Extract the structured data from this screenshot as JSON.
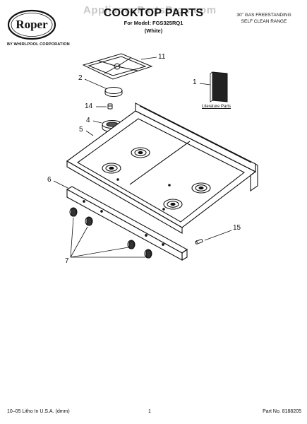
{
  "header": {
    "brand": "Roper",
    "brand_sub": "BY WHIRLPOOL CORPORATION",
    "watermark": "AppliancePartsPros.com",
    "title": "COOKTOP PARTS",
    "model_line": "For Model: FGS325RQ1",
    "color_line": "(White)",
    "range_line1": "30\" GAS FREESTANDING",
    "range_line2": "SELF CLEAN RANGE"
  },
  "callouts": {
    "c1": "1",
    "c2": "2",
    "c4": "4",
    "c5": "5",
    "c6": "6",
    "c7": "7",
    "c11": "11",
    "c14": "14",
    "c15": "15"
  },
  "literature_label": "Literature Parts",
  "footer": {
    "left": "10–05 Litho In U.S.A. (dmm)",
    "page": "1",
    "part_no": "Part No. 8188205"
  }
}
